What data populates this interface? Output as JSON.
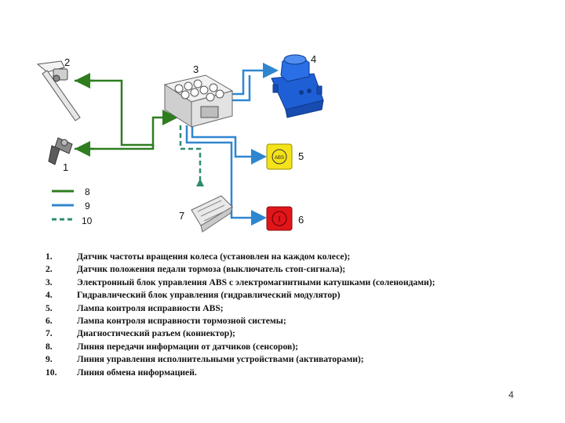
{
  "callouts": {
    "n1": "1",
    "n2": "2",
    "n3": "3",
    "n4": "4",
    "n5": "5",
    "n6": "6",
    "n7": "7"
  },
  "lamps": {
    "abs_text": "ABS",
    "brake_text": "!",
    "abs_color": "#f4e21a",
    "brake_color": "#e0161a"
  },
  "line_legend": [
    {
      "label": "8",
      "color": "#2e7d1e"
    },
    {
      "label": "9",
      "color": "#2f86d0"
    },
    {
      "label": "10",
      "color": "#2e8c6e"
    }
  ],
  "colors": {
    "hydraulic_unit": "#1f5fd6",
    "info_line": "#2e7d1e",
    "control_line": "#2f86d0"
  },
  "legend": [
    {
      "num": "1.",
      "text": "Датчик частоты вращения колеса (установлен на каждом колесе);"
    },
    {
      "num": "2.",
      "text": "Датчик положения педали тормоза (выключатель стоп-сигнала);"
    },
    {
      "num": "3.",
      "text": "Электронный блок управления ABS с электромагнитными катушками (соленоидами);"
    },
    {
      "num": "4.",
      "text": "Гидравлический блок управления (гидравлический модулятор)"
    },
    {
      "num": "5.",
      "text": "Лампа контроля исправности ABS;"
    },
    {
      "num": "6.",
      "text": "Лампа контроля исправности тормозной системы;"
    },
    {
      "num": "7.",
      "text": "Диагностический разъем (коннектор);"
    },
    {
      "num": "8.",
      "text": "Линия передачи информации от датчиков (сенсоров);"
    },
    {
      "num": "9.",
      "text": "Линия управления исполнительными устройствами (активаторами);"
    },
    {
      "num": "10.",
      "text": "Линия обмена информацией."
    }
  ],
  "page_number": "4"
}
